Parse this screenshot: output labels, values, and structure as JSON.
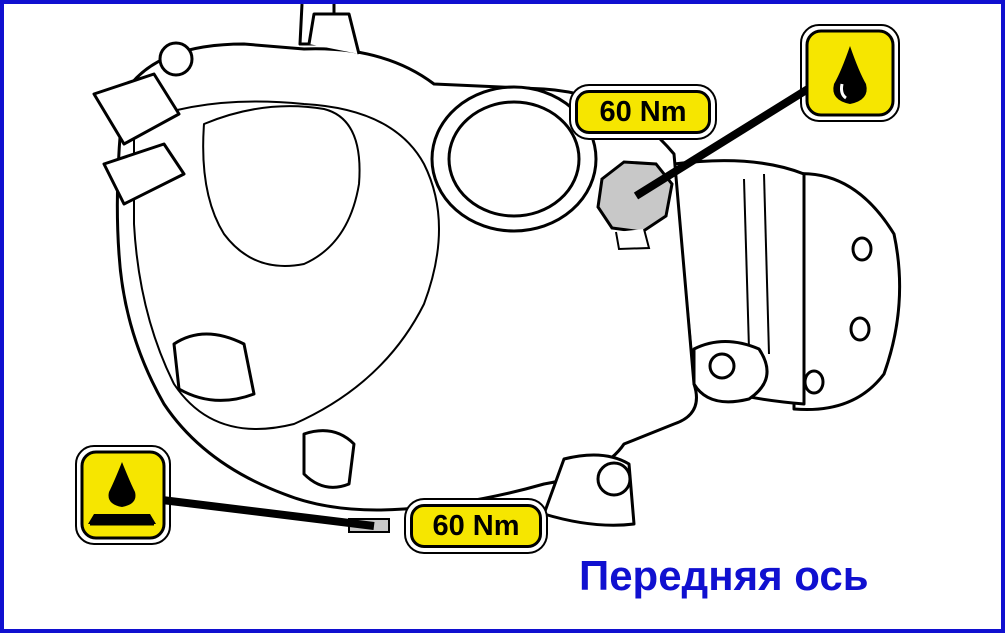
{
  "labels": {
    "torque_fill_plug": "60 Nm",
    "torque_drain_plug": "60 Nm",
    "caption": "Передняя ось"
  },
  "icons": {
    "fill": "oil-drop-icon",
    "drain": "oil-drain-icon"
  },
  "colors": {
    "frame": "#1010d0",
    "label_bg": "#f6e600",
    "caption": "#1010d0",
    "plug_fill": "#c8c8c8"
  }
}
